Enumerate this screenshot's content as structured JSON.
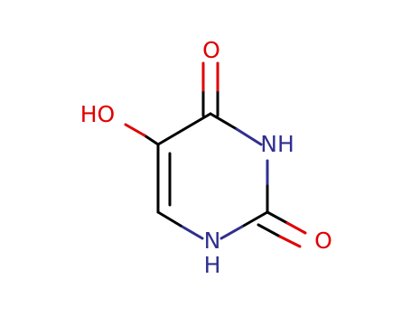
{
  "molecule": {
    "atoms": [
      {
        "id": "C4",
        "label": ""
      },
      {
        "id": "N3",
        "label": "NH",
        "color": "#2f2f8f"
      },
      {
        "id": "C2",
        "label": ""
      },
      {
        "id": "N1",
        "label": "N",
        "color": "#2f2f8f"
      },
      {
        "id": "N1H",
        "label": "H",
        "color": "#2f2f8f"
      },
      {
        "id": "C6",
        "label": ""
      },
      {
        "id": "C5",
        "label": ""
      },
      {
        "id": "O4",
        "label": "O",
        "color": "#e00000"
      },
      {
        "id": "O2",
        "label": "O",
        "color": "#e00000"
      },
      {
        "id": "O5",
        "label": "HO",
        "color": "#e00000"
      }
    ],
    "bonds": [
      {
        "from": "C4",
        "to": "N3",
        "order": 1
      },
      {
        "from": "N3",
        "to": "C2",
        "order": 1
      },
      {
        "from": "C2",
        "to": "N1",
        "order": 1
      },
      {
        "from": "N1",
        "to": "C6",
        "order": 1
      },
      {
        "from": "C6",
        "to": "C5",
        "order": 2
      },
      {
        "from": "C5",
        "to": "C4",
        "order": 1
      },
      {
        "from": "C4",
        "to": "O4",
        "order": 2
      },
      {
        "from": "C2",
        "to": "O2",
        "order": 2
      },
      {
        "from": "C5",
        "to": "O5",
        "order": 1
      }
    ],
    "colors": {
      "carbon_bond": "#000000",
      "nitrogen": "#2f2f8f",
      "oxygen": "#e00000"
    }
  }
}
